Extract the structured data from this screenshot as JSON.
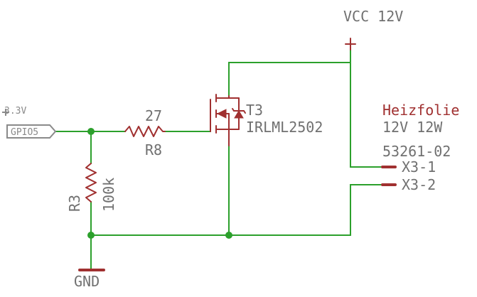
{
  "supply": {
    "label": "VCC 12V"
  },
  "input": {
    "voltage_label": "3.3V",
    "port_label": "GPIO5"
  },
  "resistor_series": {
    "name": "R8",
    "value": "27"
  },
  "resistor_pulldown": {
    "name": "R3",
    "value": "100k"
  },
  "mosfet": {
    "name": "T3",
    "part": "IRLML2502"
  },
  "heater": {
    "title": "Heizfolie",
    "rating": "12V 12W",
    "part_number": "53261-02"
  },
  "connector": {
    "pin1": "X3-1",
    "pin2": "X3-2"
  },
  "ground": {
    "label": "GND"
  },
  "colors": {
    "wire": "#2ca02c",
    "component": "#a03030",
    "text": "#707070"
  }
}
